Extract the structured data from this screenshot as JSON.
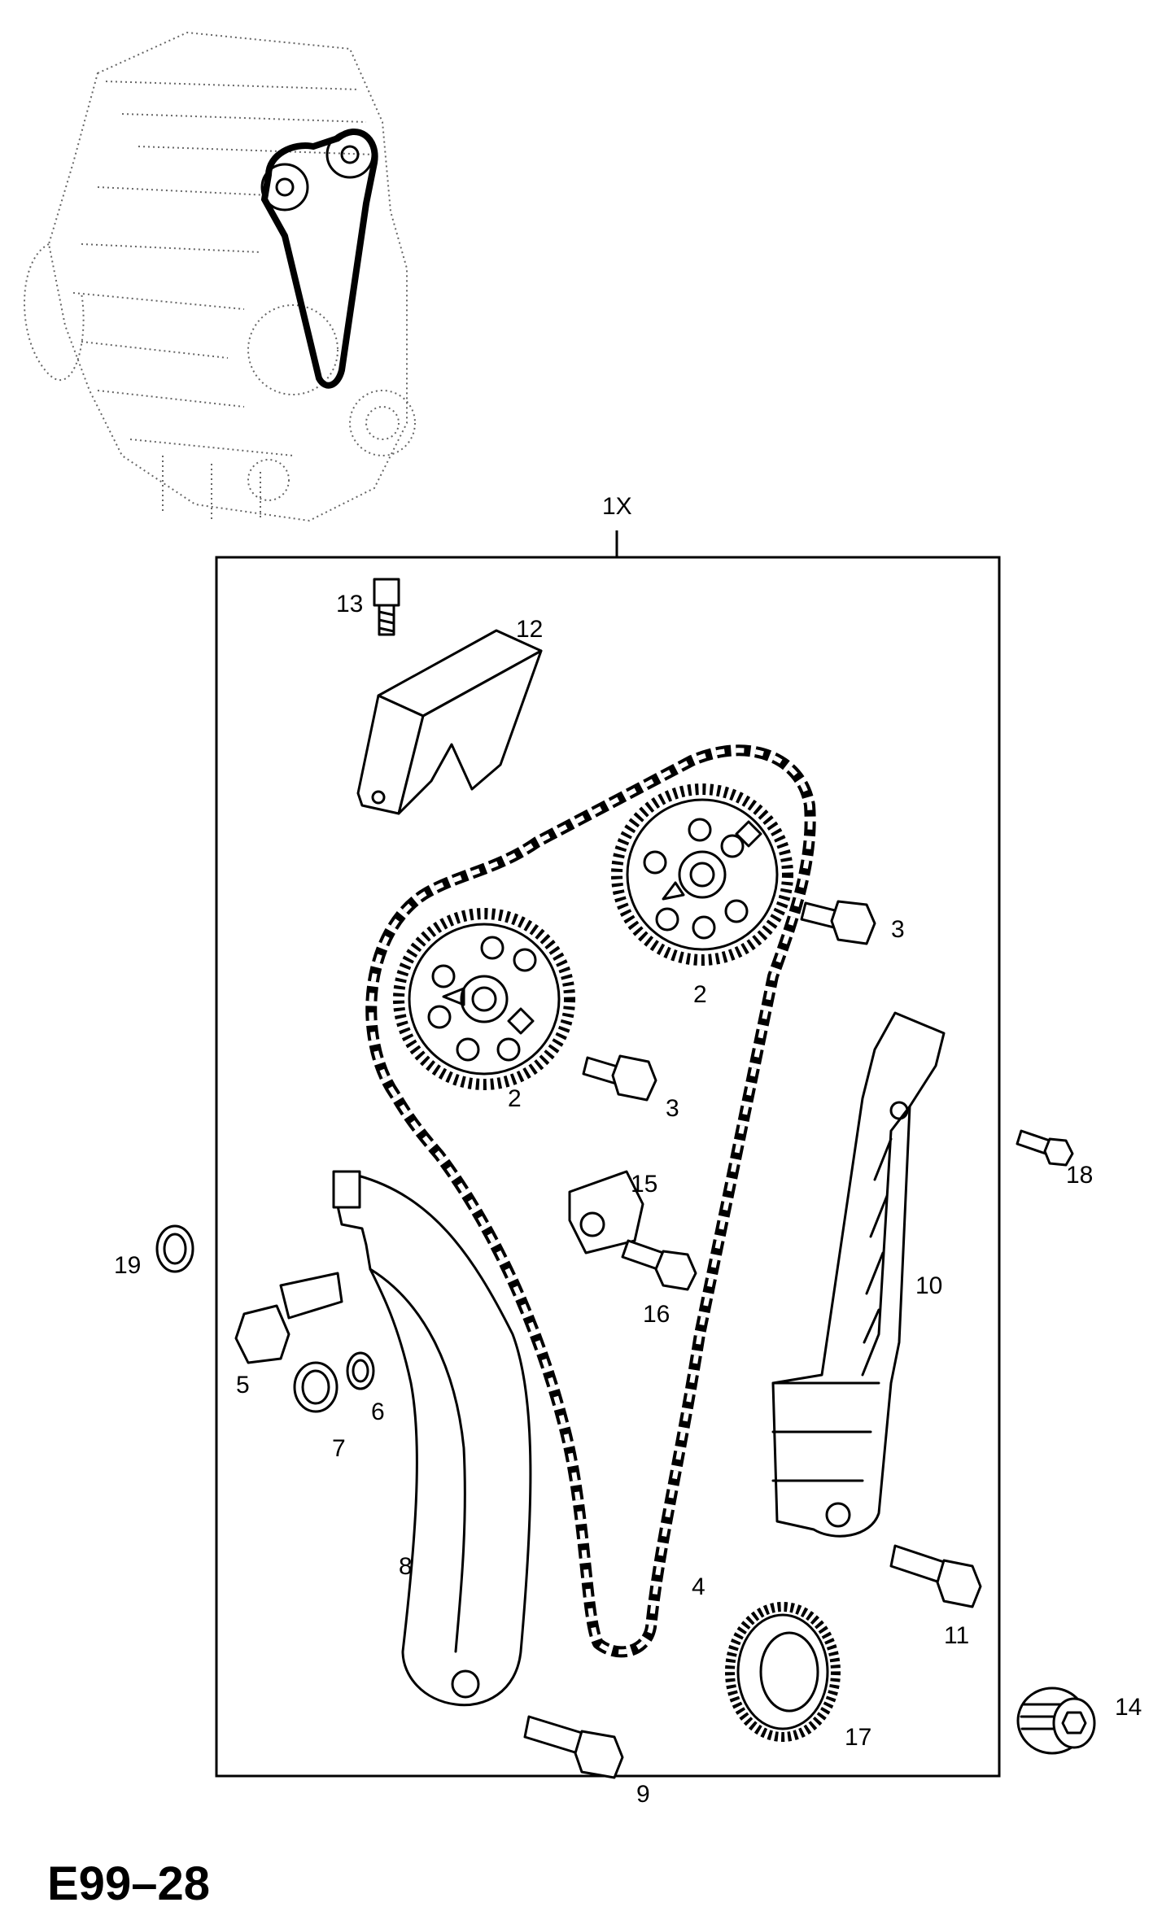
{
  "diagram": {
    "figure_id": "E99–28",
    "assembly_label": "1X",
    "callouts": {
      "p2a": "2",
      "p2b": "2",
      "p3a": "3",
      "p3b": "3",
      "p4": "4",
      "p5": "5",
      "p6": "6",
      "p7": "7",
      "p8": "8",
      "p9": "9",
      "p10": "10",
      "p11": "11",
      "p12": "12",
      "p13": "13",
      "p14": "14",
      "p15": "15",
      "p16": "16",
      "p17": "17",
      "p18": "18",
      "p19": "19"
    },
    "icons": [
      "engine-overview-icon",
      "camshaft-sprocket-icon",
      "timing-chain-icon",
      "chain-guide-icon",
      "bolt-icon",
      "washer-icon",
      "crankshaft-sprocket-icon",
      "plug-icon",
      "bracket-icon"
    ]
  }
}
